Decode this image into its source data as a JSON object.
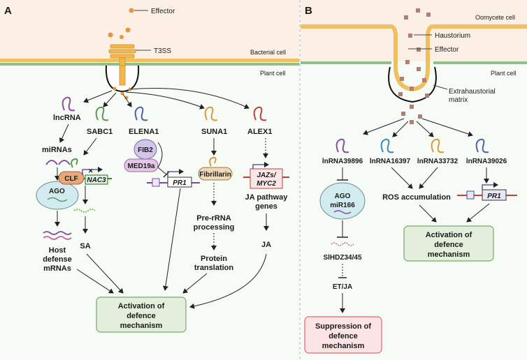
{
  "panel_a": {
    "label": "A",
    "effector": "Effector",
    "t3ss": "T3SS",
    "bacterial_cell": "Bacterial cell",
    "plant_cell": "Plant cell",
    "lncrna": "lncRNA",
    "mirnas": "miRNAs",
    "ago": "AGO",
    "host_defense_l1": "Host",
    "host_defense_l2": "defense",
    "host_defense_l3": "mRNAs",
    "sabc1": "SABC1",
    "clf": "CLF",
    "nac3": "NAC3",
    "sa": "SA",
    "elena1": "ELENA1",
    "fib2": "FIB2",
    "med19a": "MED19a",
    "pr1": "PR1",
    "suna1": "SUNA1",
    "fibrillarin": "Fibrillarin",
    "pre_rrna_l1": "Pre-rRNA",
    "pre_rrna_l2": "processing",
    "protein_l1": "Protein",
    "protein_l2": "translation",
    "alex1": "ALEX1",
    "jazs": "JAZs/",
    "myc2": "MYC2",
    "ja_path_l1": "JA pathway",
    "ja_path_l2": "genes",
    "ja": "JA",
    "activation_l1": "Activation of",
    "activation_l2": "defence",
    "activation_l3": "mechanism"
  },
  "panel_b": {
    "label": "B",
    "oomycete_cell": "Oomycete cell",
    "haustorium": "Haustorium",
    "effector": "Effector",
    "plant_cell": "Plant cell",
    "extrahaustorial_l1": "Extrahaustorial",
    "extrahaustorial_l2": "matrix",
    "rna1": "lnRNA39896",
    "rna2": "lnRNA16397",
    "rna3": "lnRNA33732",
    "rna4": "lnRNA39026",
    "ago": "AGO",
    "mir166": "miR166",
    "slhdz": "SlHDZ34/45",
    "etja": "ET/JA",
    "suppression_l1": "Suppression of",
    "suppression_l2": "defence",
    "suppression_l3": "mechanism",
    "ros": "ROS accumulation",
    "pr1": "PR1",
    "activation_l1": "Activation of",
    "activation_l2": "defence",
    "activation_l3": "mechanism"
  },
  "colors": {
    "outer_cell": "#fcefe6",
    "plant_cell": "#f6fbf6",
    "membrane_yellow": "#f0c060",
    "membrane_green": "#8fc08a",
    "effector_dot": "#e8963c",
    "effector_square": "#b07e72",
    "green_box": "#e3efdc",
    "green_border": "#7aa86a",
    "red_box": "#fde4e4",
    "red_border": "#e06a6a",
    "rna_purple": "#8a4fa3",
    "rna_green": "#5a9a4a",
    "rna_blue": "#5060b0",
    "rna_orange": "#d89a3a",
    "rna_red": "#c04040",
    "ago_fill": "#d2ebef"
  }
}
